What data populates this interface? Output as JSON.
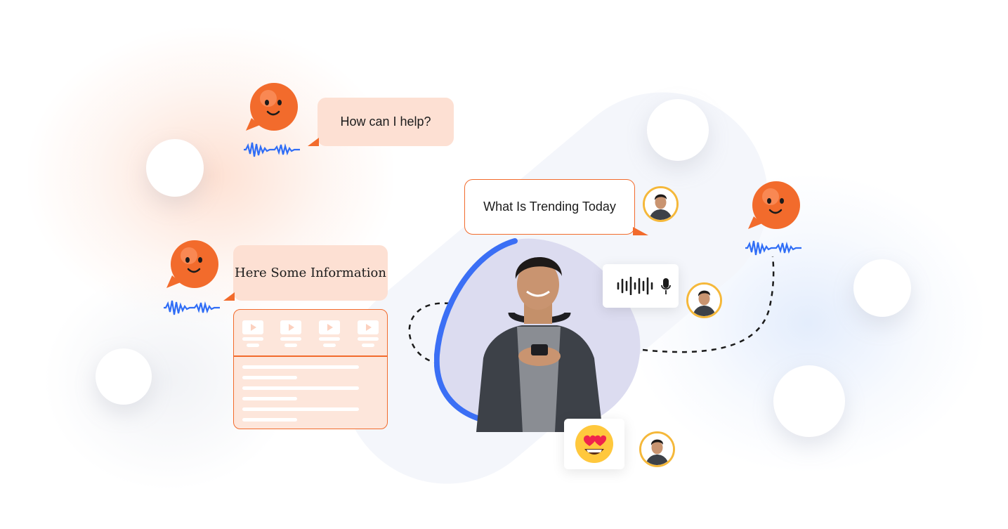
{
  "messages": {
    "bot_greeting": "How can I help?",
    "user_query": "What Is Trending Today",
    "bot_reply": "Here Some Information"
  },
  "icons": {
    "bot": "smiling-chat-bot-icon",
    "voice_wave": "voice-waveform-icon",
    "mic": "microphone-icon",
    "emoji": "heart-eyes-emoji-icon",
    "play": "video-play-icon"
  },
  "colors": {
    "accent_orange": "#f26b2c",
    "bubble_peach": "#fde0d3",
    "wave_blue": "#2f6df6",
    "avatar_ring": "#f5b83a",
    "hero_blob": "#dcdcf0",
    "hero_arc": "#3b6ff5"
  }
}
